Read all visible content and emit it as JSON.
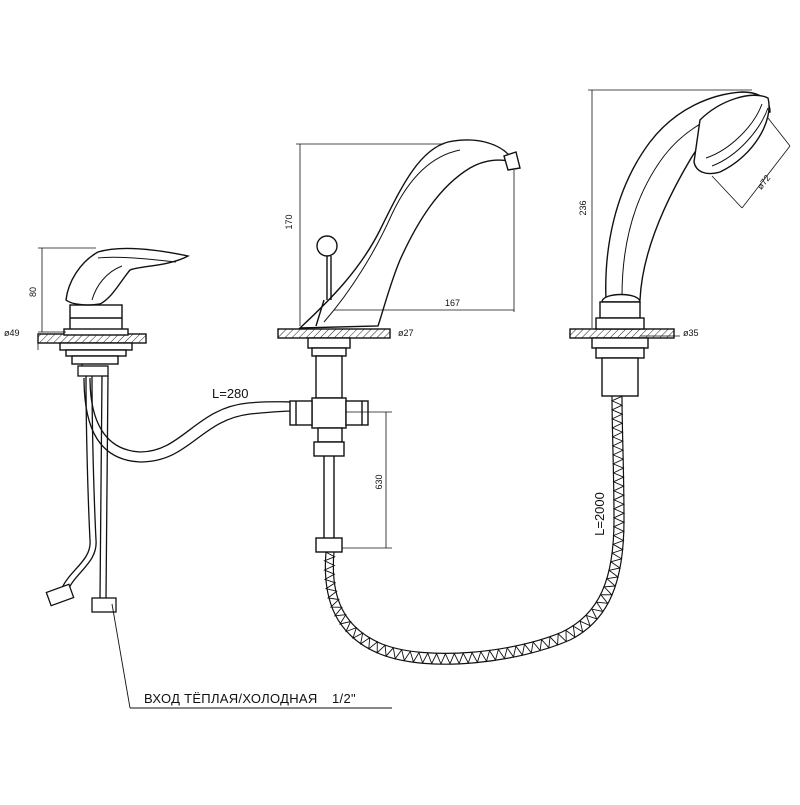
{
  "dimensions": {
    "mixer_height": "80",
    "mixer_hole": "ø49",
    "spout_height": "170",
    "spout_reach": "167",
    "spout_hole": "ø27",
    "shower_height": "236",
    "shower_head_diameter": "ø72",
    "shower_hole": "ø35",
    "pipe_length": "L=280",
    "riser_length": "630",
    "hose_length": "L=2000"
  },
  "caption": {
    "label": "ВХОД ТЁПЛАЯ/ХОЛОДНАЯ",
    "size": "1/2\""
  },
  "colors": {
    "line": "#111111",
    "hatch": "#222222",
    "background": "#ffffff"
  }
}
